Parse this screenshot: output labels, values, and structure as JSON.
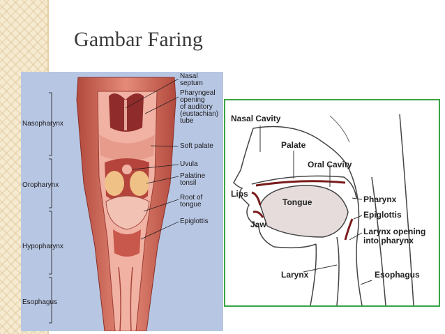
{
  "slide": {
    "title": "Gambar Faring"
  },
  "pharynx_figure": {
    "side_labels": [
      "Nasopharynx",
      "Oropharynx",
      "Hypopharynx",
      "Esophagus"
    ],
    "structure_labels": [
      "Nasal\nseptum",
      "Pharyngeal\nopening\nof auditory\n(eustachian)\ntube",
      "Soft palate",
      "Uvula",
      "Palatine\ntonsil",
      "Root of\ntongue",
      "Epiglottis"
    ]
  },
  "head_figure": {
    "labels": [
      "Nasal Cavity",
      "Palate",
      "Oral Cavity",
      "Lips",
      "Tongue",
      "Jaw",
      "Pharynx",
      "Epiglottis",
      "Larynx opening\ninto pharynx",
      "Larynx",
      "Esophagus"
    ]
  },
  "colors": {
    "frame_green": "#3aa447",
    "panel_blue": "#b7c6e3",
    "tissue": "#d9776a"
  }
}
